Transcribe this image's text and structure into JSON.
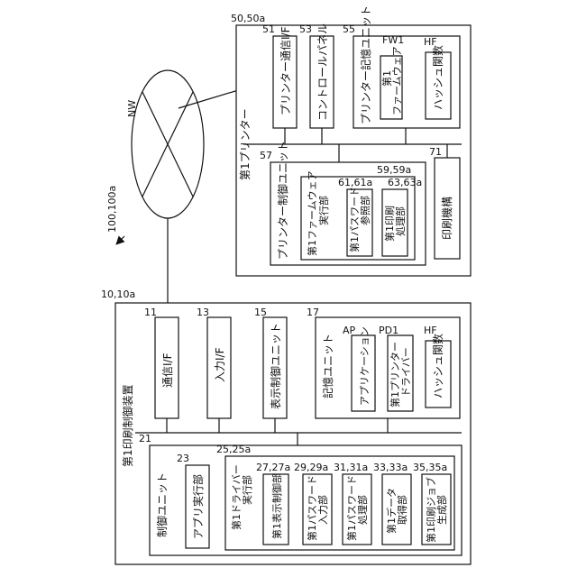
{
  "diagram": {
    "system_ref": "100,100a",
    "network": {
      "label": "NW"
    },
    "printer": {
      "ref": "50,50a",
      "title": "第1プリンター",
      "comm_if": {
        "ref": "51",
        "label": "プリンター通信I/F"
      },
      "control_panel": {
        "ref": "53",
        "label": "コントロールパネル"
      },
      "storage": {
        "ref": "55",
        "label": "プリンター記憶ユニット",
        "firmware": {
          "ref": "FW1",
          "label1": "第1",
          "label2": "ファームウェア"
        },
        "hash": {
          "ref": "HF",
          "label": "ハッシュ関数"
        }
      },
      "control_unit": {
        "ref": "57",
        "label": "プリンター制御ユニット",
        "fw_exec": {
          "ref": "59,59a",
          "label1": "第1ファームウェア",
          "label2": "実行部"
        },
        "pw_ref": {
          "ref": "61,61a",
          "label1": "第1パスワード",
          "label2": "参照部"
        },
        "print_proc": {
          "ref": "63,63a",
          "label1": "第1印刷",
          "label2": "処理部"
        }
      },
      "mechanism": {
        "ref": "71",
        "label": "印刷機構"
      }
    },
    "device": {
      "ref": "10,10a",
      "title": "第1印刷制御装置",
      "comm_if": {
        "ref": "11",
        "label": "通信I/F"
      },
      "input_if": {
        "ref": "13",
        "label": "入力I/F"
      },
      "display_ctrl": {
        "ref": "15",
        "label": "表示制御ユニット"
      },
      "storage": {
        "ref": "17",
        "label": "記憶ユニット",
        "app": {
          "ref": "AP",
          "label": "アプリケーション"
        },
        "driver": {
          "ref": "PD1",
          "label1": "第1プリンター",
          "label2": "ドライバー"
        },
        "hash": {
          "ref": "HF",
          "label": "ハッシュ関数"
        }
      },
      "control_unit": {
        "ref": "21",
        "label": "制御ユニット",
        "app_exec": {
          "ref": "23",
          "label": "アプリ実行部"
        },
        "driver_exec": {
          "ref": "25,25a",
          "label1": "第1ドライバー",
          "label2": "実行部"
        },
        "display_ctrl_part": {
          "ref": "27,27a",
          "label": "第1表示制御部"
        },
        "pw_input": {
          "ref": "29,29a",
          "label1": "第1パスワード",
          "label2": "入力部"
        },
        "pw_proc": {
          "ref": "31,31a",
          "label1": "第1パスワード",
          "label2": "処理部"
        },
        "data_get": {
          "ref": "33,33a",
          "label1": "第1データ",
          "label2": "取得部"
        },
        "job_gen": {
          "ref": "35,35a",
          "label1": "第1印刷ジョブ",
          "label2": "生成部"
        }
      }
    }
  }
}
